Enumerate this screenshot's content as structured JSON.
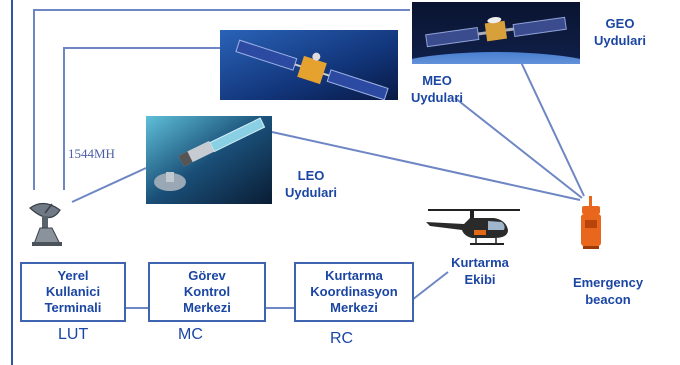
{
  "satellites": {
    "geo": {
      "line1": "GEO",
      "line2": "Uydulari"
    },
    "meo": {
      "line1": "MEO",
      "line2": "Uydulari"
    },
    "leo": {
      "line1": "LEO",
      "line2": "Uydulari"
    }
  },
  "frequency_label": "1544MH",
  "rescue_team": {
    "line1": "Kurtarma",
    "line2": "Ekibi"
  },
  "beacon": {
    "line1": "Emergency",
    "line2": "beacon"
  },
  "stations": [
    {
      "lines": [
        "Yerel",
        "Kullanici",
        "Terminali"
      ],
      "acronym": "LUT"
    },
    {
      "lines": [
        "Görev",
        "Kontrol",
        "Merkezi"
      ],
      "acronym": "MC"
    },
    {
      "lines": [
        "Kurtarma",
        "Koordinasyon",
        "Merkezi"
      ],
      "acronym": "RC"
    }
  ],
  "colors": {
    "link_line": "#6e86c4",
    "frame_line": "#2f56a6",
    "label_text": "#1b46a3",
    "box_border": "#3e64b0",
    "beacon_orange": "#e8671c"
  },
  "icons": [
    "satellite-dish-icon",
    "helicopter-icon",
    "emergency-beacon-icon"
  ]
}
